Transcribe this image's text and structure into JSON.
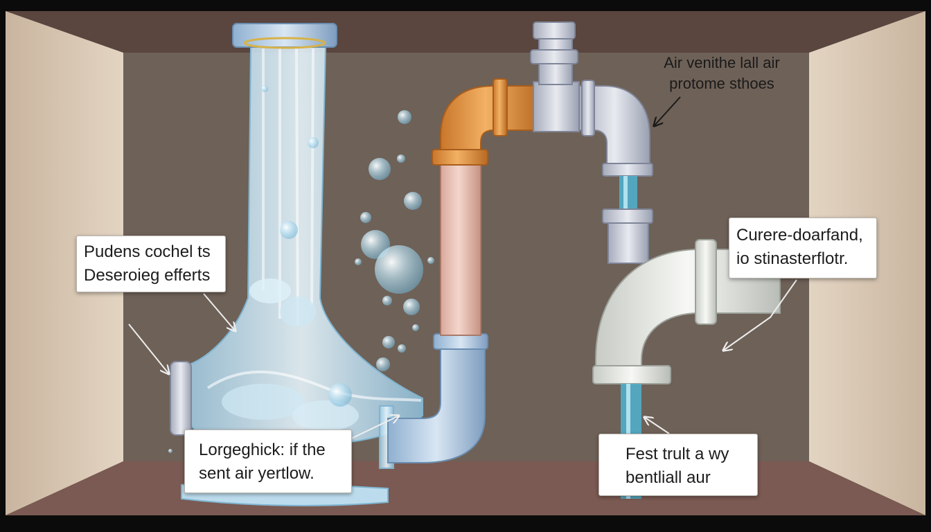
{
  "labels": {
    "top_right": {
      "line1": "Air venithe lall air",
      "line2": "protome sthoes"
    },
    "left": {
      "line1": "Pudens cochel ts",
      "line2": "Deseroieg efferts"
    },
    "right_mid": {
      "line1": "Curere-doarfand,",
      "line2": "io stinasterflotr."
    },
    "bottom_left": {
      "line1": "Lorgeghick: if the",
      "line2": "sent air yertlow."
    },
    "bottom_right": {
      "line1": "Fest trult a wy",
      "line2": "bentliall aur"
    }
  },
  "colors": {
    "back_wall": "#6e6157",
    "side_wall": "#d8c7b3",
    "floor": "#7a5a52",
    "water": "#b9dcec",
    "orange_pipe": "#e0913a",
    "blue_pipe": "#b6cfe6",
    "white_pipe": "#e9ede8",
    "vent_line": "#4fb3d0"
  }
}
